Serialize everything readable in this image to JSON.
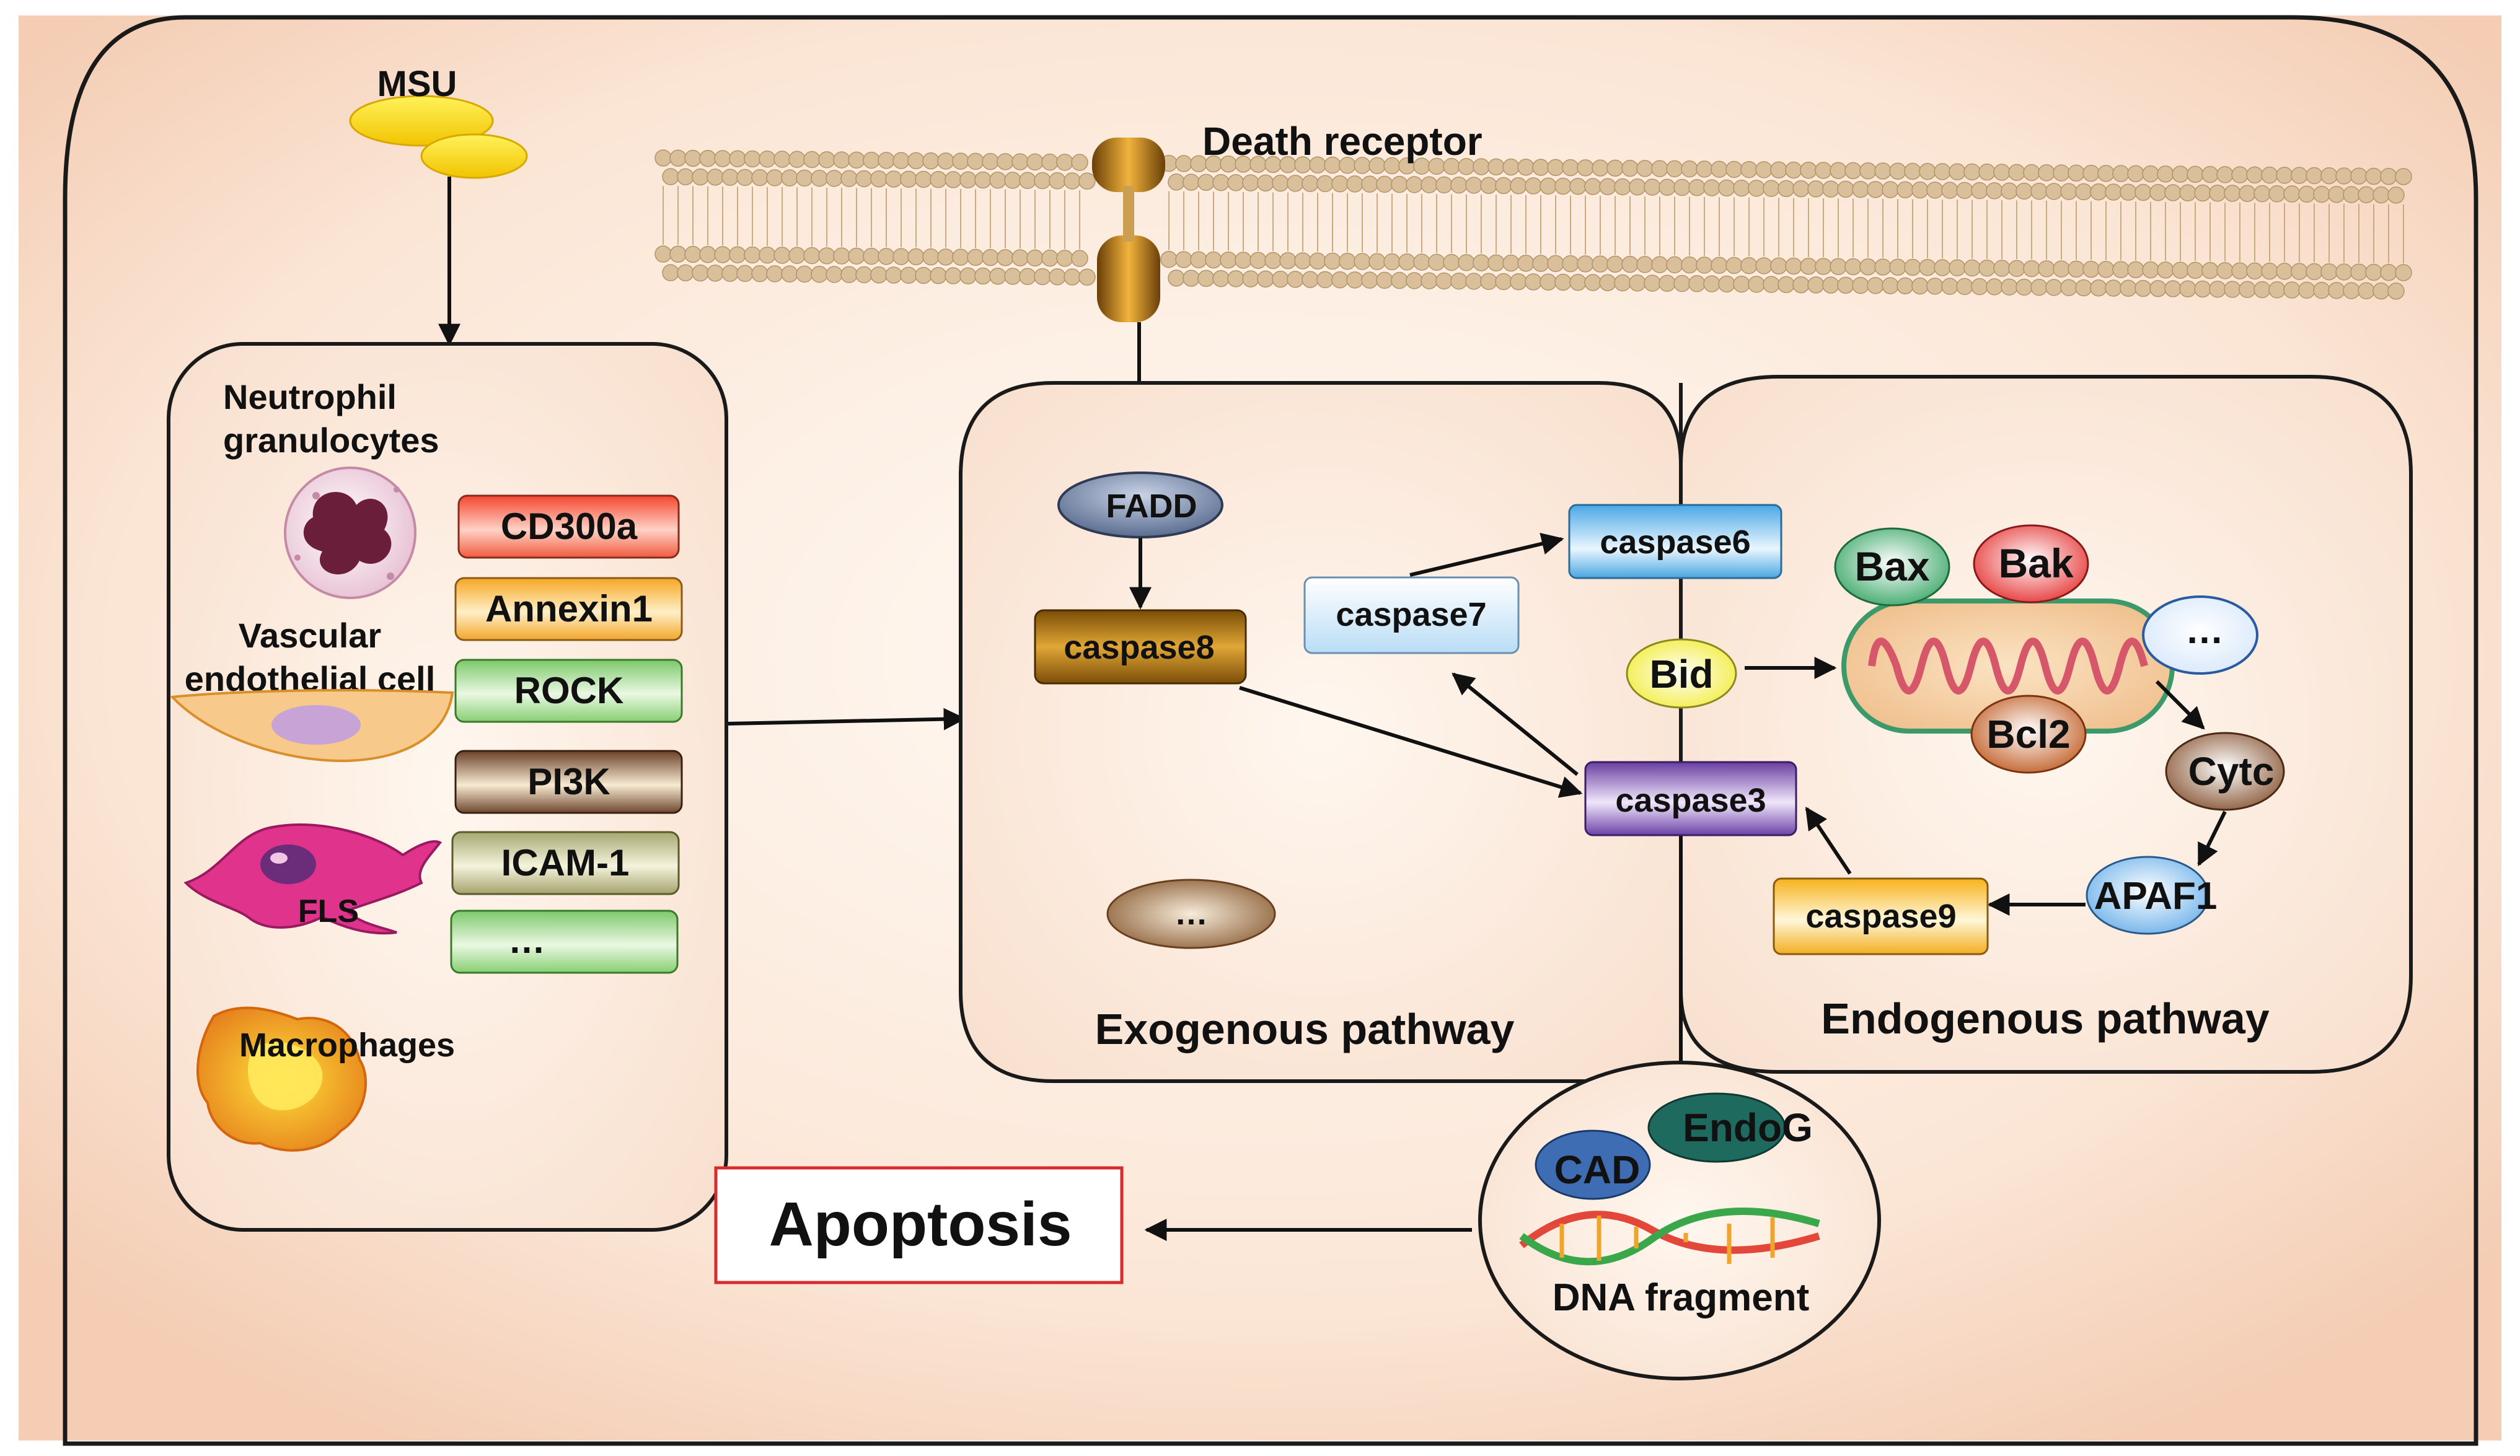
{
  "msu": "MSU",
  "death_receptor": "Death receptor",
  "cells": {
    "neutrophil_line1": "Neutrophil",
    "neutrophil_line2": "granulocytes",
    "vascular_line1": "Vascular",
    "vascular_line2": "endothelial cell",
    "fls": "FLS",
    "macrophages": "Macrophages"
  },
  "markers": [
    "CD300a",
    "Annexin1",
    "ROCK",
    "PI3K",
    "ICAM-1",
    "…"
  ],
  "exogenous": {
    "title": "Exogenous pathway",
    "fadd": "FADD",
    "caspase8": "caspase8",
    "caspase7": "caspase7",
    "caspase6": "caspase6",
    "caspase3": "caspase3",
    "more": "…"
  },
  "endogenous": {
    "title": "Endogenous pathway",
    "bid": "Bid",
    "bax": "Bax",
    "bak": "Bak",
    "bcl2": "Bcl2",
    "more": "…",
    "cytc": "Cytc",
    "apaf1": "APAF1",
    "caspase9": "caspase9"
  },
  "dna": {
    "endog": "EndoG",
    "cad": "CAD",
    "label": "DNA fragment"
  },
  "apoptosis": "Apoptosis",
  "colors": {
    "apoptosis_text": "#8b1a1a",
    "apoptosis_border": "#d92b2b",
    "msu_text": "#c0141a",
    "membrane": "#d9bf9a"
  }
}
